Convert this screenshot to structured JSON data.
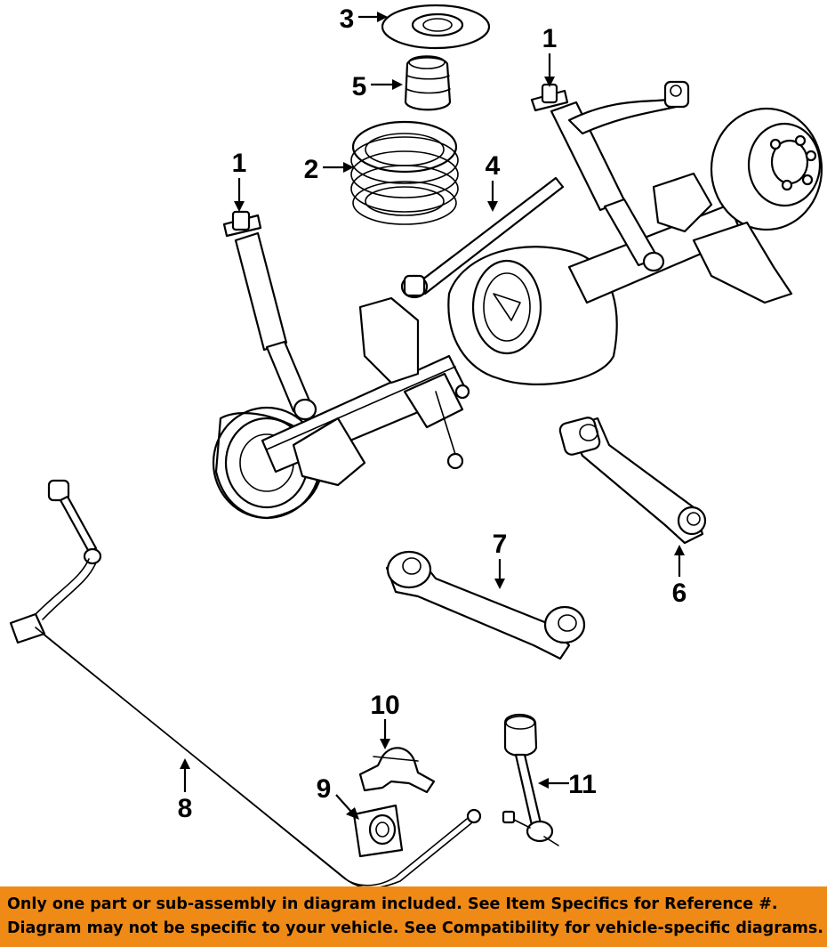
{
  "diagram": {
    "callouts": [
      "1",
      "1",
      "2",
      "3",
      "4",
      "5",
      "6",
      "7",
      "8",
      "9",
      "10",
      "11"
    ]
  },
  "notice": {
    "line1": "Only one part or sub-assembly in diagram included. See Item Specifics for Reference #.",
    "line2": "Diagram may not be specific to your vehicle. See Compatibility for vehicle-specific diagrams.",
    "background": "#f08a16"
  }
}
